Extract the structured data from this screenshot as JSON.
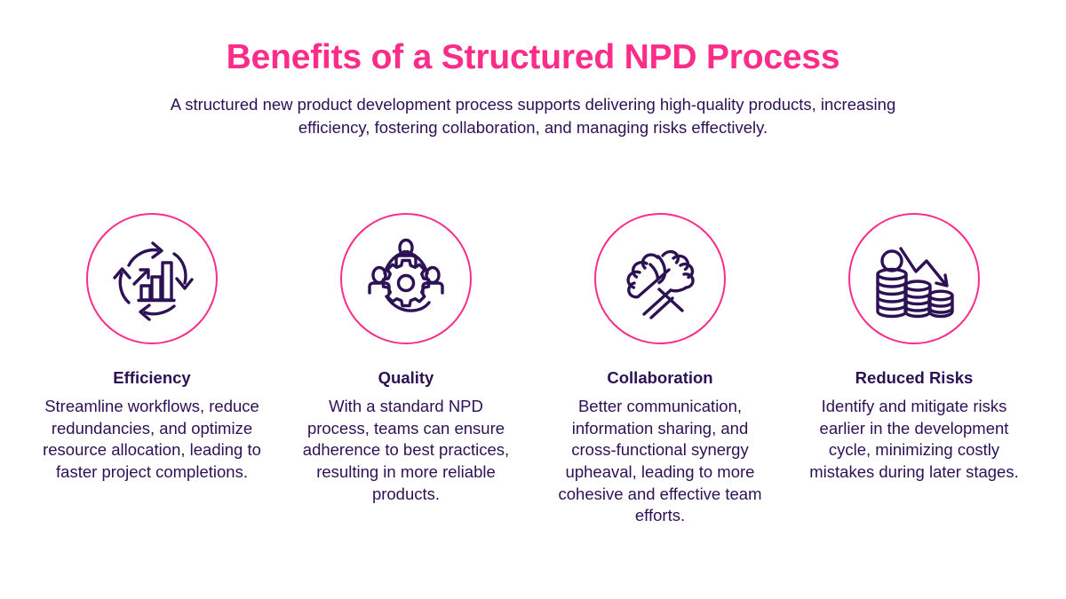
{
  "header": {
    "title": "Benefits of a Structured NPD Process",
    "subtitle": "A structured new product development process supports delivering high-quality products, increasing efficiency, fostering collaboration, and managing risks effectively."
  },
  "theme": {
    "accent_pink": "#fb2d89",
    "text_navy": "#2d1155",
    "background": "#ffffff"
  },
  "cards": [
    {
      "icon": "growth-cycle-icon",
      "title": "Efficiency",
      "body": "Streamline workflows, reduce redundancies, and optimize resource allocation, leading to faster project completions."
    },
    {
      "icon": "team-gear-icon",
      "title": "Quality",
      "body": "With a standard NPD process, teams can ensure adherence to best practices, resulting in more reliable products."
    },
    {
      "icon": "handshake-icon",
      "title": "Collaboration",
      "body": "Better communication, information sharing, and cross-functional synergy upheaval, leading to more cohesive and effective team efforts."
    },
    {
      "icon": "declining-coins-icon",
      "title": "Reduced Risks",
      "body": "Identify and mitigate risks earlier in the development cycle, minimizing costly mistakes during later stages."
    }
  ]
}
